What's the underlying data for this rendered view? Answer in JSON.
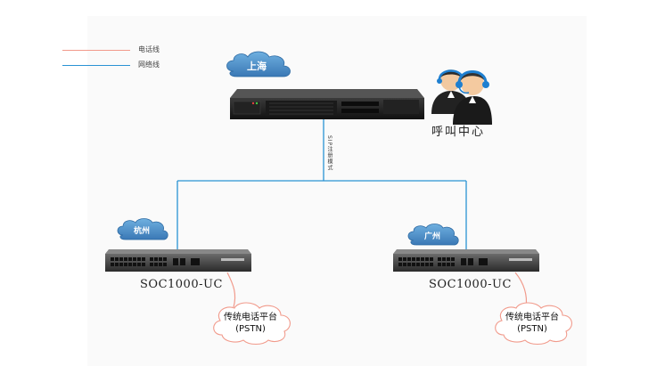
{
  "legend": {
    "phone_line": {
      "label": "电话线",
      "color": "#f19a8b"
    },
    "network_line": {
      "label": "网络线",
      "color": "#2a93d4"
    }
  },
  "nodes": {
    "shanghai": {
      "cloud_label": "上海"
    },
    "call_center": {
      "label": "呼叫中心"
    },
    "hangzhou": {
      "cloud_label": "杭州",
      "device_label": "SOC1000-UC"
    },
    "guangzhou": {
      "cloud_label": "广州",
      "device_label": "SOC1000-UC"
    }
  },
  "link_label": "SIP注册模式",
  "pstn": {
    "line1": "传统电话平台",
    "line2": "(PSTN)"
  },
  "colors": {
    "cloud_fill": "#4a8fc7",
    "network_line": "#2a93d4",
    "phone_line": "#f19a8b"
  }
}
